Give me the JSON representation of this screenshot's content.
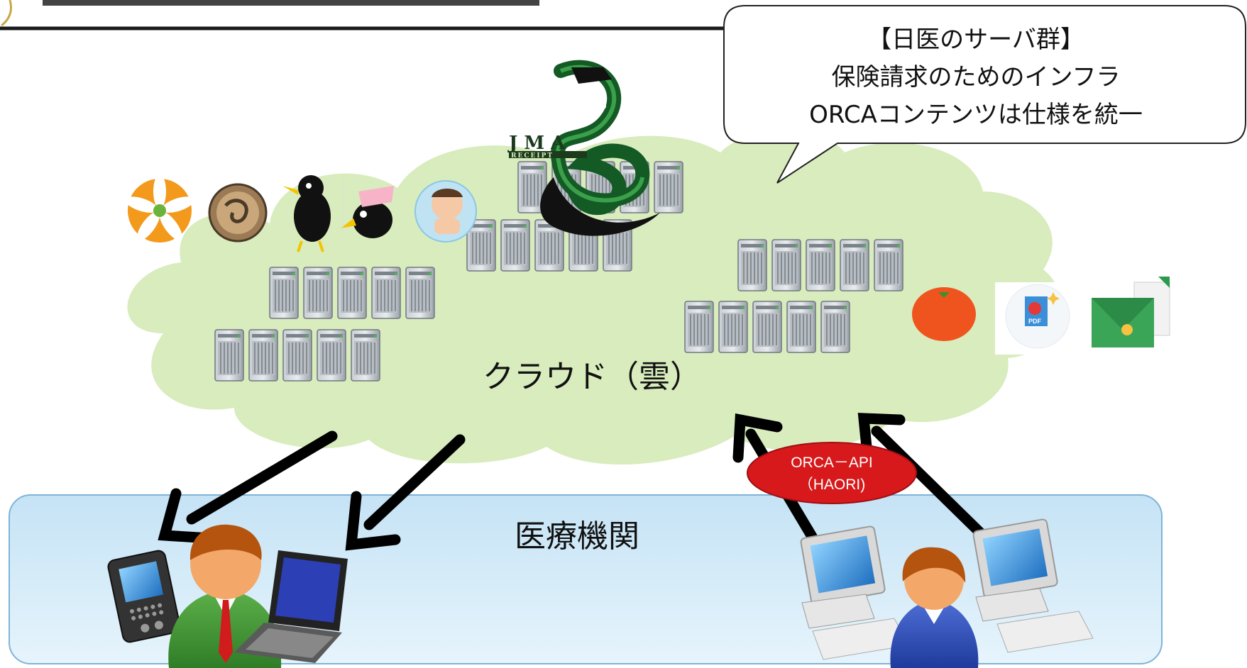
{
  "callout": {
    "title": "【日医のサーバ群】",
    "line1": "保険請求のためのインフラ",
    "line2": "ORCAコンテンツは仕様を統一"
  },
  "cloud": {
    "label": "クラウド（雲）"
  },
  "clinic": {
    "label": "医療機関"
  },
  "api": {
    "line1": "ORCA－API",
    "line2": "（HAORI)"
  },
  "jma_logo": {
    "text": "J M A",
    "subtext": "RECEIPT"
  },
  "colors": {
    "cloud_fill": "#d8ecbd",
    "clinic_fill": "#d9edf9",
    "clinic_border": "#7fb3d8",
    "arrow": "#000000",
    "api_badge": "#d7191c",
    "server": "#9aa1a8"
  }
}
